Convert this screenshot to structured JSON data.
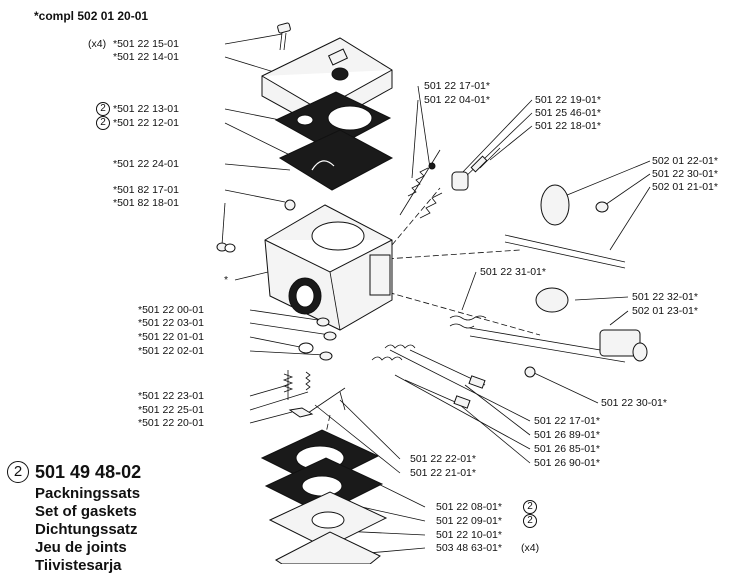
{
  "header": {
    "title": "*compl 502 01 20-01"
  },
  "left_labels": [
    {
      "text": "*501 22 15-01",
      "prefix": "(x4)"
    },
    {
      "text": "*501 22 14-01"
    },
    {
      "text": "*501 22 13-01",
      "circled": "2"
    },
    {
      "text": "*501 22 12-01",
      "circled": "2"
    },
    {
      "text": "*501 22 24-01"
    },
    {
      "text": "*501 82 17-01"
    },
    {
      "text": "*501 82 18-01"
    },
    {
      "text": "*"
    },
    {
      "text": "*501 22 00-01"
    },
    {
      "text": "*501 22 03-01"
    },
    {
      "text": "*501 22 01-01"
    },
    {
      "text": "*501 22 02-01"
    },
    {
      "text": "*501 22 23-01"
    },
    {
      "text": "*501 22 25-01"
    },
    {
      "text": "*501 22 20-01"
    }
  ],
  "right_labels": [
    {
      "text": "501 22 17-01*"
    },
    {
      "text": "501 22 04-01*"
    },
    {
      "text": "501 22 19-01*"
    },
    {
      "text": "501 25 46-01*"
    },
    {
      "text": "501 22 18-01*"
    },
    {
      "text": "502 01 22-01*"
    },
    {
      "text": "501 22 30-01*"
    },
    {
      "text": "502 01 21-01*"
    },
    {
      "text": "501 22 31-01*"
    },
    {
      "text": "501 22 32-01*"
    },
    {
      "text": "502 01 23-01*"
    },
    {
      "text": "501 22 30-01*"
    },
    {
      "text": "501 22 17-01*"
    },
    {
      "text": "501 26 89-01*"
    },
    {
      "text": "501 26 85-01*"
    },
    {
      "text": "501 26 90-01*"
    },
    {
      "text": "501 22 22-01*"
    },
    {
      "text": "501 22 21-01*"
    },
    {
      "text": "501 22 08-01*",
      "circled": "2"
    },
    {
      "text": "501 22 09-01*",
      "circled": "2"
    },
    {
      "text": "501 22 10-01*"
    },
    {
      "text": "503 48 63-01*",
      "suffix": "(x4)"
    }
  ],
  "kit": {
    "circled": "2",
    "number": "501 49 48-02",
    "names": [
      "Packningssats",
      "Set of gaskets",
      "Dichtungssatz",
      "Jeu de joints",
      "Tiivistesarja"
    ]
  }
}
